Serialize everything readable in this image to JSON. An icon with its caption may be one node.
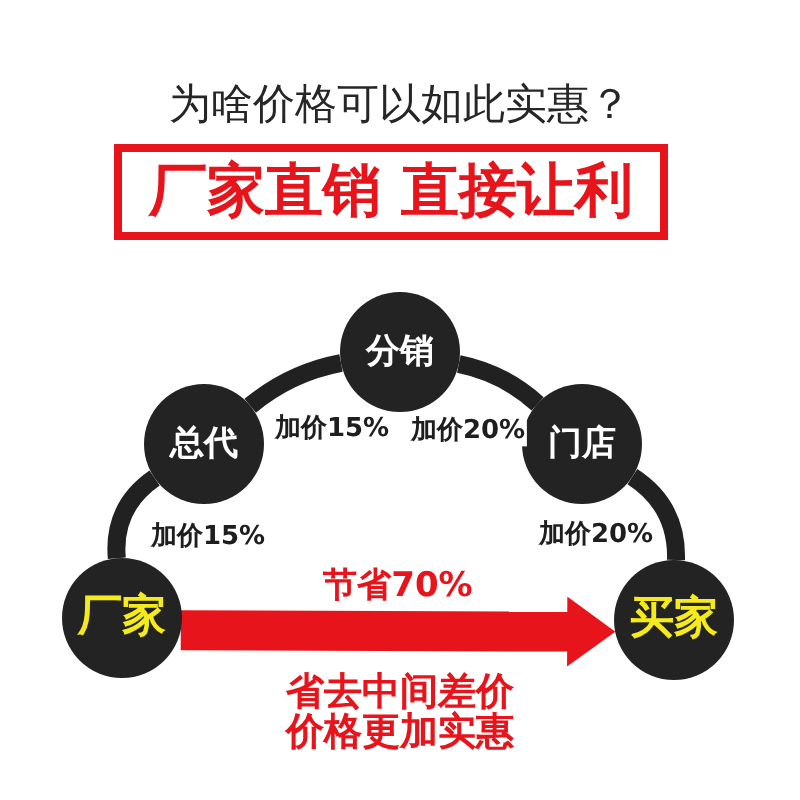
{
  "diagram": {
    "title": "为啥价格可以如此实惠？",
    "nodes": [
      {
        "text": [
          "厂家直销 直接让利"
        ]
      },
      {
        "text": [
          "厂家"
        ]
      },
      {
        "text": [
          "总代"
        ]
      },
      {
        "text": [
          "分销"
        ]
      },
      {
        "text": [
          "门店"
        ]
      },
      {
        "text": [
          "买家"
        ]
      }
    ],
    "edges": [
      {
        "from": 1,
        "to": 2,
        "arrow": "none",
        "label": "加价15%"
      },
      {
        "from": 2,
        "to": 3,
        "arrow": "none",
        "label": "加价15%"
      },
      {
        "from": 3,
        "to": 4,
        "arrow": "none",
        "label": "加价20%"
      },
      {
        "from": 4,
        "to": 5,
        "arrow": "none",
        "label": "加价20%"
      },
      {
        "from": 1,
        "to": 5,
        "arrow": "to",
        "label": "节省70%",
        "style": "thick",
        "color": "#e8141b"
      }
    ],
    "labels": [
      "省去中间差价",
      "价格更加实惠"
    ]
  }
}
